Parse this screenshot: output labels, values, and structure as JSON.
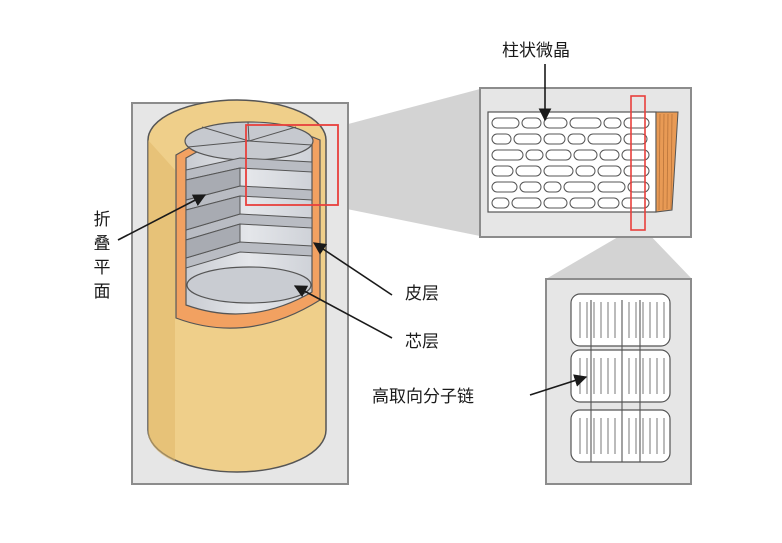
{
  "labels": {
    "folded_surface": [
      "折",
      "叠",
      "平",
      "面"
    ],
    "skin_layer": "皮层",
    "core_layer": "芯层",
    "columnar_microcrystal": "柱状微晶",
    "oriented_chains": "高取向分子链"
  },
  "colors": {
    "panel_bg": "#e6e6e6",
    "panel_border": "#8c8c8c",
    "cylinder": "#efcf8a",
    "skin": "#f2a161",
    "core_face": "#d8dbe0",
    "highlight_box": "#e8403c",
    "callout": "#c7c7c7"
  }
}
